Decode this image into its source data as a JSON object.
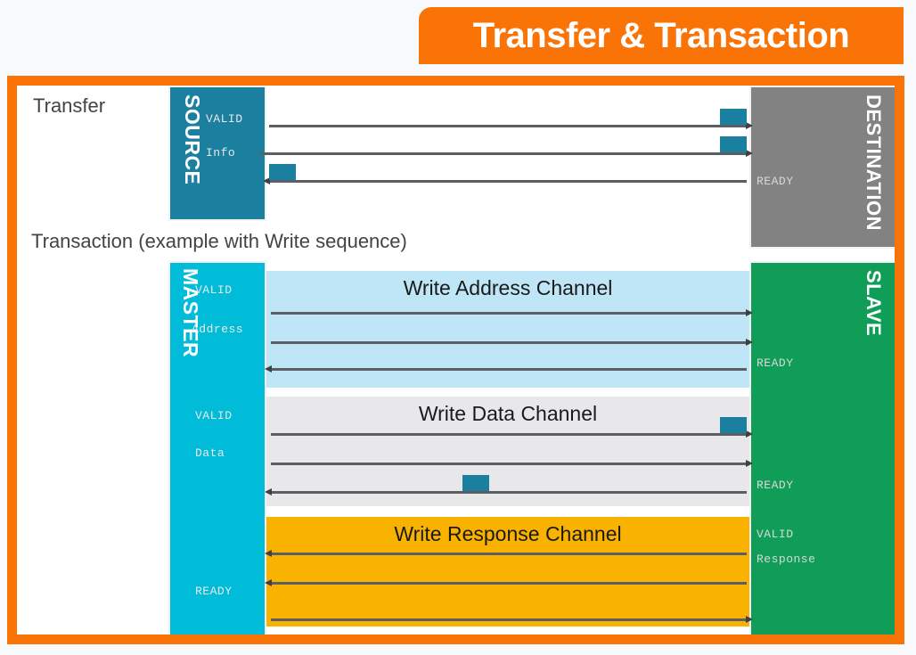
{
  "banner": {
    "title": "Transfer & Transaction"
  },
  "colors": {
    "accent_orange": "#f97306",
    "source_teal": "#1b7fa0",
    "destination_gray": "#828282",
    "master_cyan": "#00bcd8",
    "slave_green": "#0f9d58",
    "addr_band": "#bfe6f7",
    "data_band": "#e8e8eb",
    "resp_band": "#f9b200",
    "marker_teal": "#1b7fa0",
    "arrow_gray": "#5a5f63",
    "page_background": "#f7f9fd"
  },
  "transfer": {
    "caption": "Transfer",
    "source_block": {
      "label": "SOURCE"
    },
    "destination_block": {
      "label": "DESTINATION"
    },
    "source_signals": [
      {
        "name": "VALID",
        "direction": "to-destination"
      },
      {
        "name": "Info",
        "direction": "to-destination"
      }
    ],
    "destination_signals": [
      {
        "name": "READY",
        "direction": "to-source"
      }
    ],
    "markers": [
      {
        "on": "VALID",
        "side": "destination"
      },
      {
        "on": "Info",
        "side": "destination"
      },
      {
        "on": "READY",
        "side": "source"
      }
    ]
  },
  "transaction": {
    "caption": "Transaction (example with Write sequence)",
    "master_block": {
      "label": "MASTER"
    },
    "slave_block": {
      "label": "SLAVE"
    },
    "channels": [
      {
        "id": "write-address",
        "title": "Write Address Channel",
        "color": "#bfe6f7",
        "master_signals": [
          "VALID",
          "Address"
        ],
        "slave_signals": [
          "READY"
        ],
        "arrows": [
          {
            "signal": "VALID",
            "direction": "to-right"
          },
          {
            "signal": "Address",
            "direction": "to-right"
          },
          {
            "signal": "READY",
            "direction": "to-left"
          }
        ],
        "markers": []
      },
      {
        "id": "write-data",
        "title": "Write Data Channel",
        "color": "#e8e8eb",
        "master_signals": [
          "VALID",
          "Data"
        ],
        "slave_signals": [
          "READY"
        ],
        "arrows": [
          {
            "signal": "VALID",
            "direction": "to-right"
          },
          {
            "signal": "Data",
            "direction": "to-right"
          },
          {
            "signal": "READY",
            "direction": "to-left"
          }
        ],
        "markers": [
          {
            "on": "VALID",
            "position": "near-slave"
          },
          {
            "on": "READY",
            "position": "mid"
          }
        ]
      },
      {
        "id": "write-response",
        "title": "Write Response Channel",
        "color": "#f9b200",
        "master_signals": [
          "READY"
        ],
        "slave_signals": [
          "VALID",
          "Response"
        ],
        "arrows": [
          {
            "signal": "VALID",
            "direction": "to-left"
          },
          {
            "signal": "Response",
            "direction": "to-left"
          },
          {
            "signal": "READY",
            "direction": "to-right"
          }
        ],
        "markers": []
      }
    ]
  }
}
